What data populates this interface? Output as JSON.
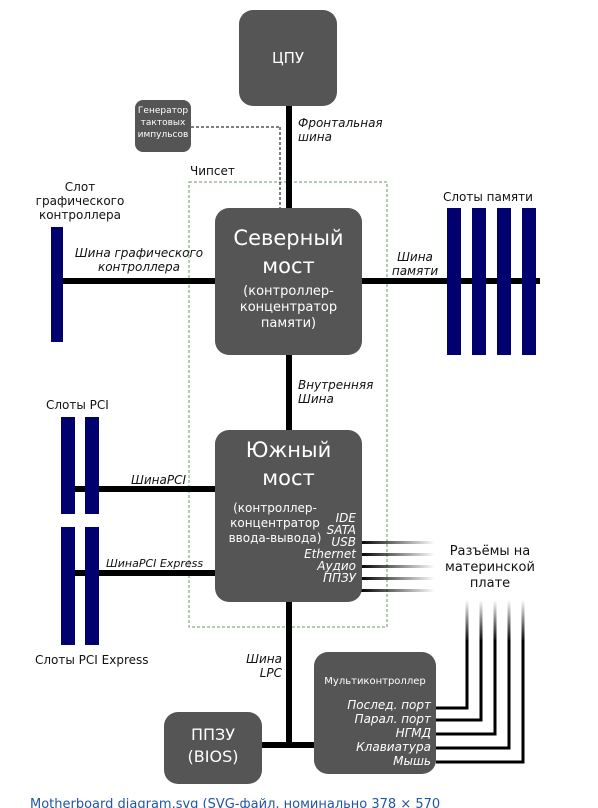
{
  "cpu": "ЦПУ",
  "clock": [
    "Генератор",
    "тактовых",
    "импульсов"
  ],
  "front_bus": [
    "Фронтальная",
    "шина"
  ],
  "chipset": "Чипсет",
  "graphics_slot": [
    "Слот",
    "графического",
    "контроллера"
  ],
  "graphics_bus": [
    "Шина графического",
    "контроллера"
  ],
  "north": {
    "title": [
      "Северный",
      "мост"
    ],
    "sub": [
      "(контроллер-",
      "концентратор",
      "памяти)"
    ]
  },
  "memory_slots": "Слоты памяти",
  "memory_bus": [
    "Шина",
    "памяти"
  ],
  "internal_bus": [
    "Внутренняя",
    "Шина"
  ],
  "pci_slots": "Слоты PCI",
  "pci_bus": "ШинаPCI",
  "south": {
    "title": [
      "Южный",
      "мост"
    ],
    "sub": [
      "(контроллер-",
      "концентратор",
      "ввода-вывода)"
    ],
    "ports": [
      "IDE",
      "SATA",
      "USB",
      "Ethernet",
      "Аудио",
      "ППЗУ"
    ]
  },
  "pcie_bus": "ШинаPCI Express",
  "pcie_slots": "Слоты PCI Express",
  "connectors": [
    "Разъёмы на",
    "материнской",
    "плате"
  ],
  "lpc_bus": [
    "Шина",
    "LPC"
  ],
  "multi": {
    "title": "Мультиконтроллер",
    "ports": [
      "Послед. порт",
      "Парал. порт",
      "НГМД",
      "Клавиатура",
      "Мышь"
    ]
  },
  "bios": [
    "ППЗУ",
    "(BIOS)"
  ],
  "caption": "Motherboard diagram.svg (SVG-файл, номинально 378 × 570"
}
